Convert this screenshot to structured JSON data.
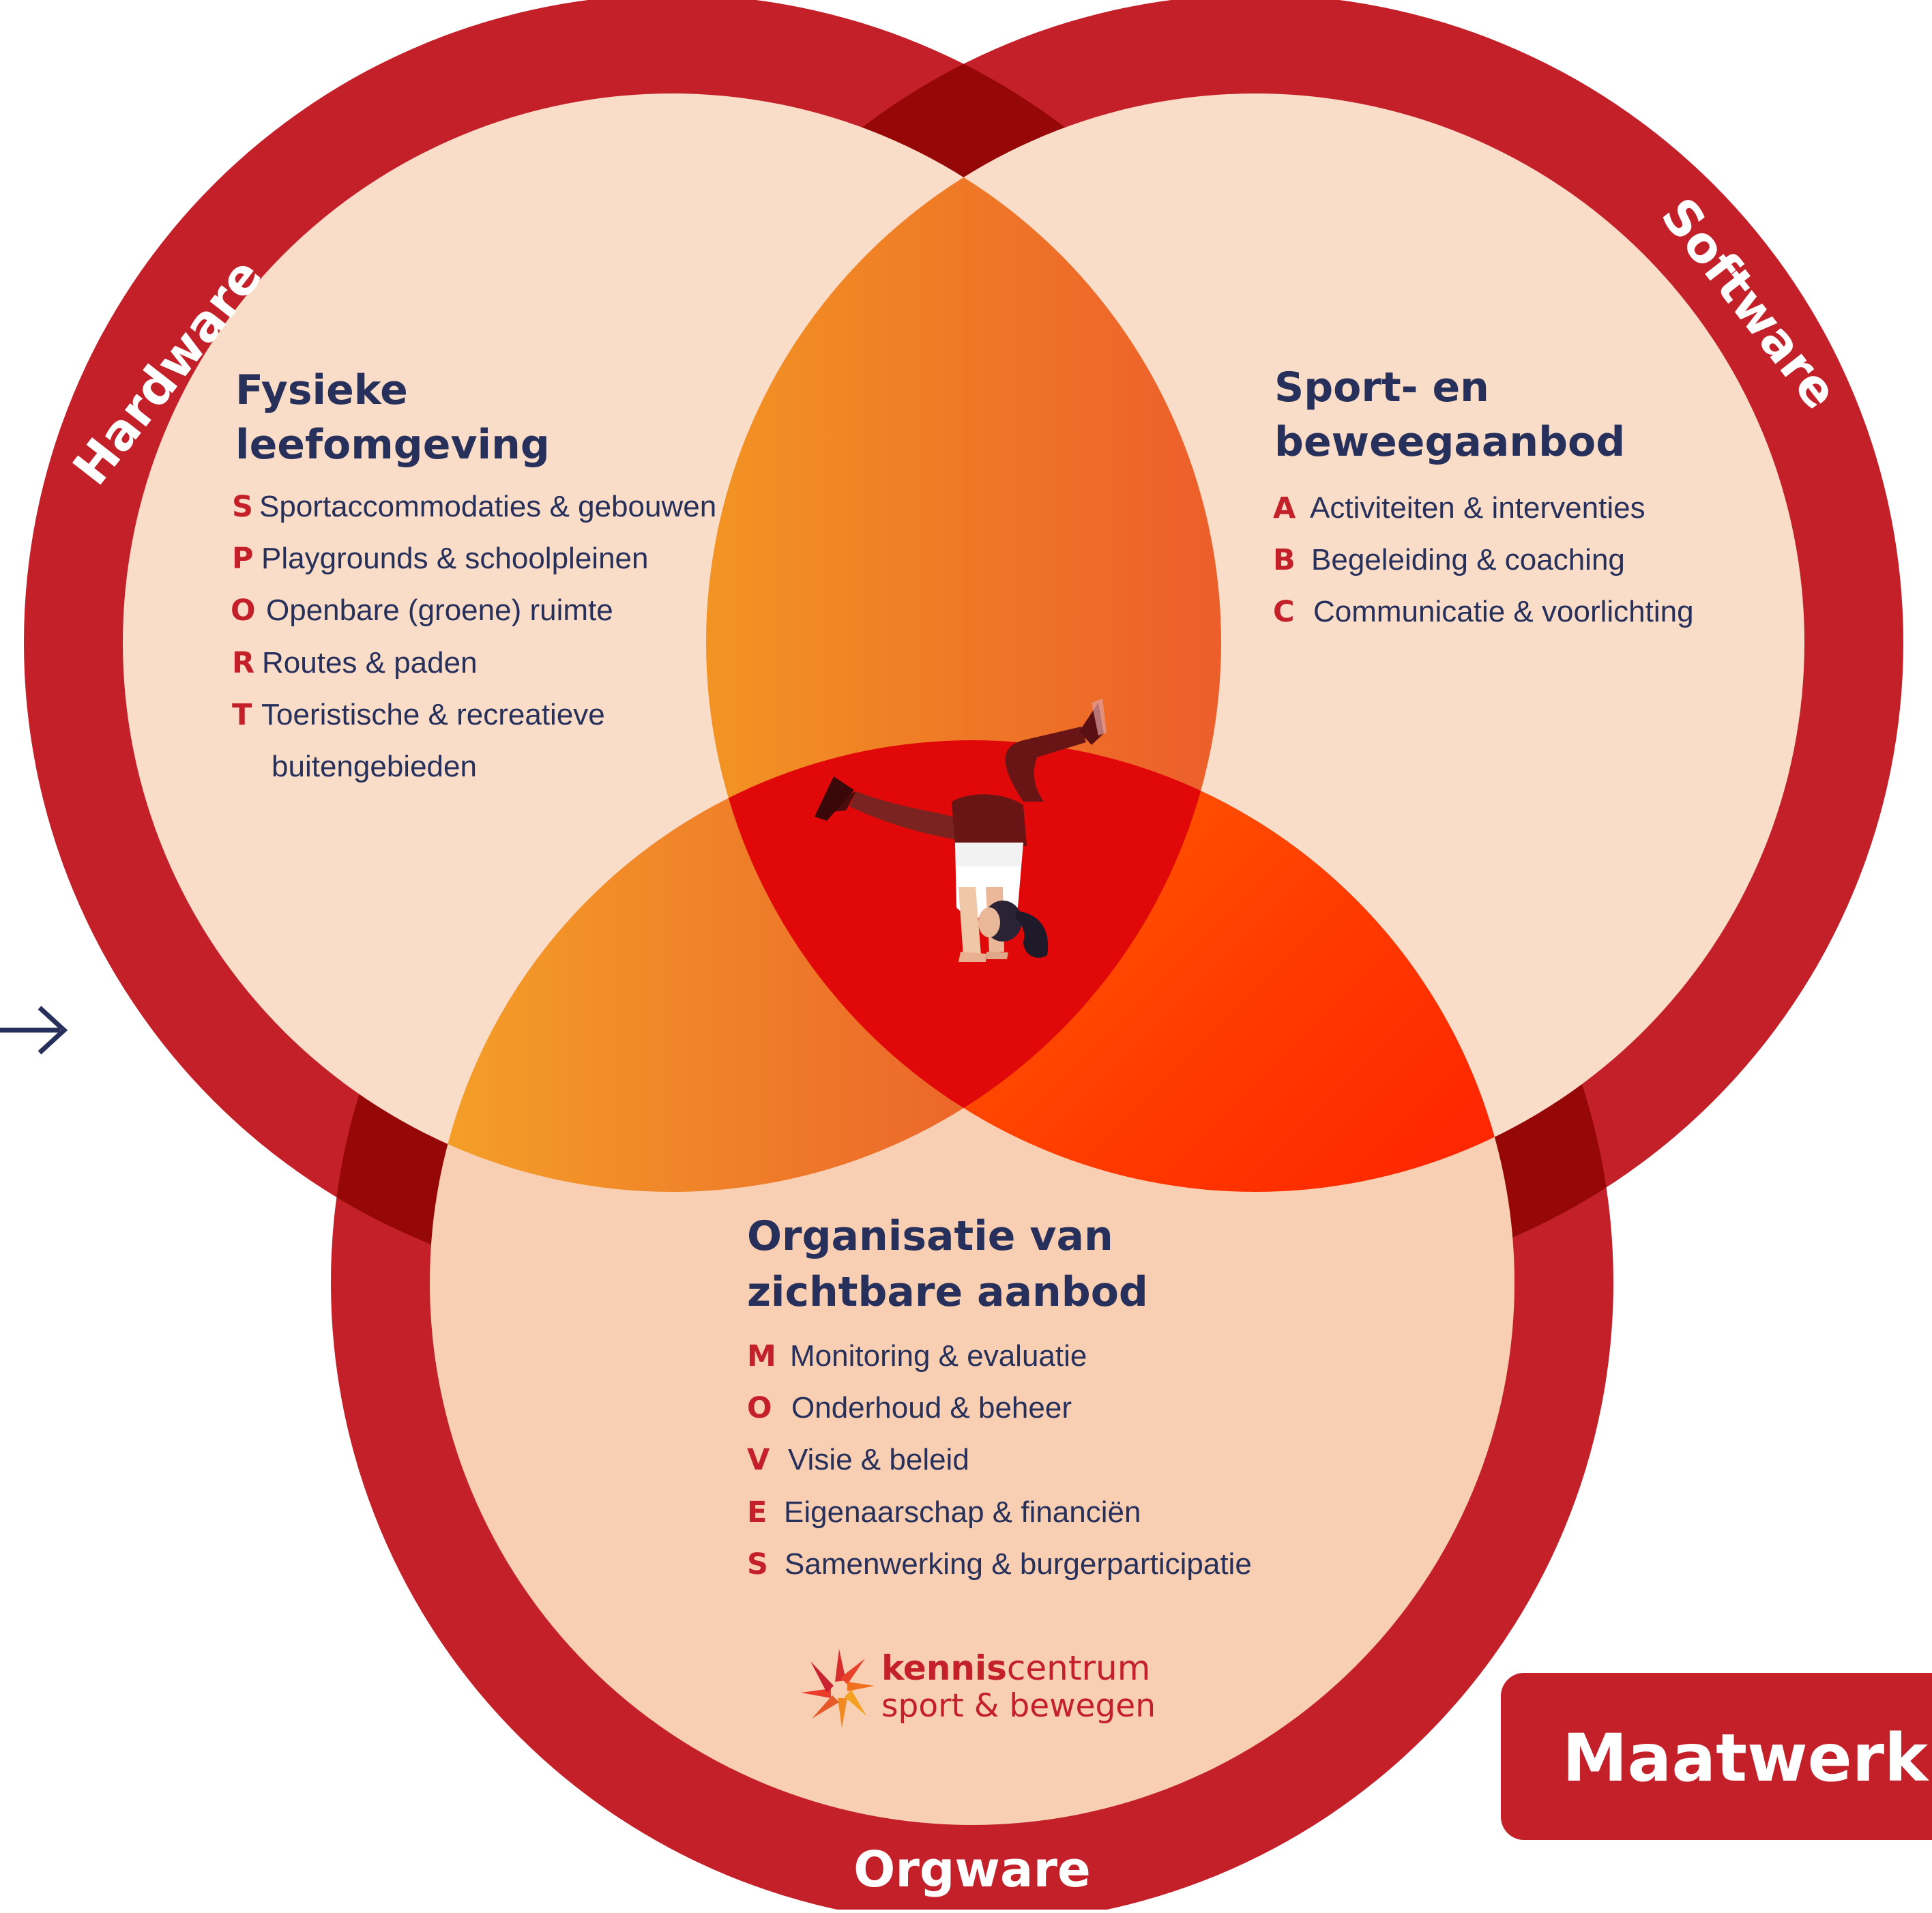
{
  "colors": {
    "ring": "#c4202a",
    "ring_overlap": "#960808",
    "inner_fill": "#f9ddc8",
    "inner_fill_bottom": "#f8cfb3",
    "title": "#27305a",
    "accent": "#c4202a"
  },
  "rings": {
    "hardware": "Hardware",
    "software": "Software",
    "orgware": "Orgware"
  },
  "sections": {
    "physical": {
      "title_line1": "Fysieke",
      "title_line2": "leefomgeving",
      "items": [
        {
          "letter": "S",
          "text": "Sportaccommodaties & gebouwen"
        },
        {
          "letter": "P",
          "text": "Playgrounds & schoolpleinen"
        },
        {
          "letter": "O",
          "text": "Openbare (groene) ruimte"
        },
        {
          "letter": "R",
          "text": "Routes & paden"
        },
        {
          "letter": "T",
          "text": "Toeristische & recreatieve"
        }
      ],
      "item_continuation": "buitengebieden"
    },
    "offer": {
      "title_line1": "Sport- en",
      "title_line2": "beweegaanbod",
      "items": [
        {
          "letter": "A",
          "text": "Activiteiten & interventies"
        },
        {
          "letter": "B",
          "text": "Begeleiding & coaching"
        },
        {
          "letter": "C",
          "text": "Communicatie & voorlichting"
        }
      ]
    },
    "organisation": {
      "title_line1": "Organisatie van",
      "title_line2": "zichtbare aanbod",
      "items": [
        {
          "letter": "M",
          "text": "Monitoring & evaluatie"
        },
        {
          "letter": "O",
          "text": "Onderhoud & beheer"
        },
        {
          "letter": "V",
          "text": "Visie & beleid"
        },
        {
          "letter": "E",
          "text": "Eigenaarschap & financiën"
        },
        {
          "letter": "S",
          "text": "Samenwerking & burgerparticipatie"
        }
      ]
    }
  },
  "logo": {
    "word_bold": "kennis",
    "word_regular": "centrum",
    "line2": "sport & bewegen"
  },
  "button": {
    "label": "Maatwerk"
  },
  "icons": {
    "arrow": "arrow-right-icon",
    "figure": "handstand-figure-icon",
    "logo_mark": "kenniscentrum-star-icon"
  }
}
